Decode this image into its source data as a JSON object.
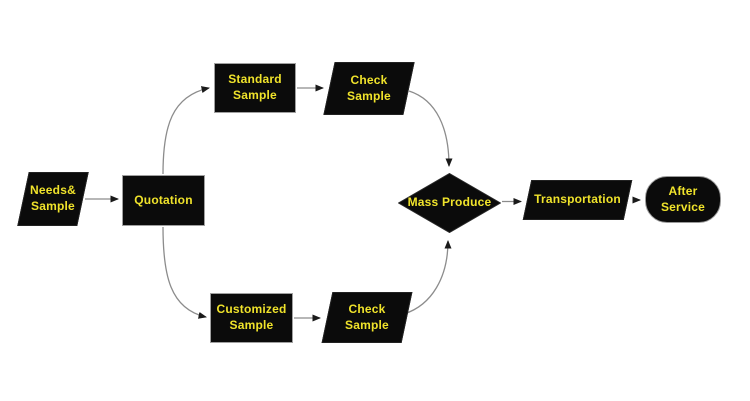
{
  "diagram": {
    "type": "flowchart",
    "nodes": {
      "needs_sample": {
        "label": "Needs&\nSample",
        "shape": "parallelogram"
      },
      "quotation": {
        "label": "Quotation",
        "shape": "rectangle"
      },
      "standard_sample": {
        "label": "Standard\nSample",
        "shape": "rectangle"
      },
      "check_sample_top": {
        "label": "Check\nSample",
        "shape": "parallelogram"
      },
      "customized_sample": {
        "label": "Customized\nSample",
        "shape": "rectangle"
      },
      "check_sample_bottom": {
        "label": "Check\nSample",
        "shape": "parallelogram"
      },
      "mass_produce": {
        "label": "Mass Produce",
        "shape": "diamond"
      },
      "transportation": {
        "label": "Transportation",
        "shape": "parallelogram"
      },
      "after_service": {
        "label": "After Service",
        "shape": "stadium"
      }
    },
    "edges": [
      {
        "from": "needs-sample",
        "to": "quotation"
      },
      {
        "from": "quotation",
        "to": "standard-sample"
      },
      {
        "from": "quotation",
        "to": "customized-sample"
      },
      {
        "from": "standard-sample",
        "to": "check-sample-top"
      },
      {
        "from": "check-sample-top",
        "to": "mass-produce"
      },
      {
        "from": "customized-sample",
        "to": "check-sample-bottom"
      },
      {
        "from": "check-sample-bottom",
        "to": "mass-produce"
      },
      {
        "from": "mass-produce",
        "to": "transportation"
      },
      {
        "from": "transportation",
        "to": "after-service"
      }
    ],
    "colors": {
      "node_fill": "#0b0b0b",
      "label_text": "#f0e32b",
      "connector_line": "#8c8c8c",
      "arrowhead": "#1a1a1a",
      "background": "#ffffff",
      "rect_border": "#a0a0a0"
    }
  }
}
